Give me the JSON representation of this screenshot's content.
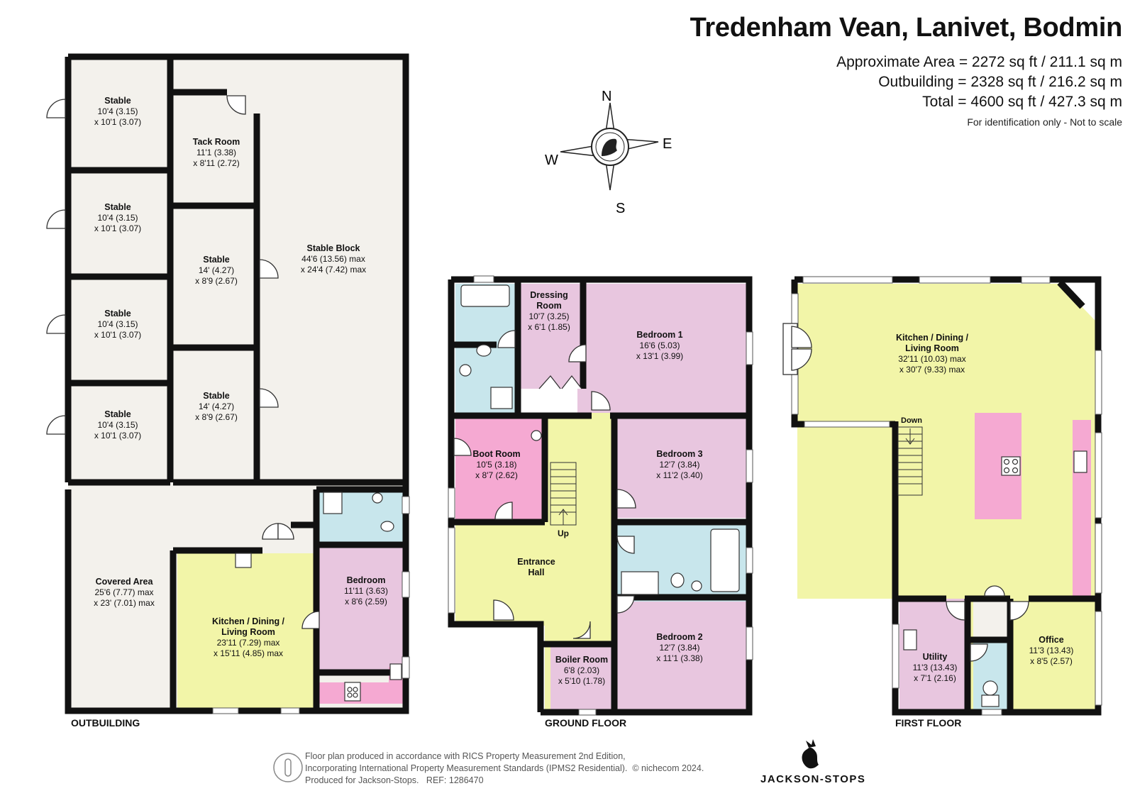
{
  "header": {
    "title": "Tredenham Vean, Lanivet, Bodmin",
    "area": "Approximate Area = 2272 sq ft / 211.1 sq m",
    "outbuilding": "Outbuilding = 2328 sq ft / 216.2 sq m",
    "total": "Total = 4600 sq ft / 427.3 sq m",
    "note": "For identification only - Not to scale"
  },
  "compass": {
    "n": "N",
    "e": "E",
    "s": "S",
    "w": "W"
  },
  "colors": {
    "wall": "#111111",
    "stable": "#f3f1ec",
    "living": "#f2f5a8",
    "bedroom": "#e8c6df",
    "bath": "#c8e6ec",
    "boot": "#f5a9d2",
    "kitchen_unit": "#f5a9d2"
  },
  "outbuilding": {
    "caption": "OUTBUILDING",
    "rooms": [
      {
        "name": "Stable",
        "dim1": "10'4 (3.15)",
        "dim2": "x 10'1 (3.07)"
      },
      {
        "name": "Stable",
        "dim1": "10'4 (3.15)",
        "dim2": "x 10'1 (3.07)"
      },
      {
        "name": "Stable",
        "dim1": "10'4 (3.15)",
        "dim2": "x 10'1 (3.07)"
      },
      {
        "name": "Stable",
        "dim1": "10'4 (3.15)",
        "dim2": "x 10'1 (3.07)"
      },
      {
        "name": "Tack Room",
        "dim1": "11'1 (3.38)",
        "dim2": "x 8'11 (2.72)"
      },
      {
        "name": "Stable",
        "dim1": "14' (4.27)",
        "dim2": "x 8'9 (2.67)"
      },
      {
        "name": "Stable",
        "dim1": "14' (4.27)",
        "dim2": "x 8'9 (2.67)"
      },
      {
        "name": "Stable Block",
        "dim1": "44'6 (13.56) max",
        "dim2": "x 24'4 (7.42) max"
      },
      {
        "name": "Covered Area",
        "dim1": "25'6 (7.77) max",
        "dim2": "x 23' (7.01) max"
      },
      {
        "name": "Bedroom",
        "dim1": "11'11 (3.63)",
        "dim2": "x 8'6 (2.59)"
      },
      {
        "name": "Kitchen / Dining /",
        "name2": "Living Room",
        "dim1": "23'11 (7.29) max",
        "dim2": "x 15'11 (4.85) max"
      }
    ]
  },
  "ground": {
    "caption": "GROUND FLOOR",
    "rooms": [
      {
        "name": "Dressing",
        "name2": "Room",
        "dim1": "10'7 (3.25)",
        "dim2": "x 6'1 (1.85)"
      },
      {
        "name": "Bedroom 1",
        "dim1": "16'6 (5.03)",
        "dim2": "x 13'1 (3.99)"
      },
      {
        "name": "Boot Room",
        "dim1": "10'5 (3.18)",
        "dim2": "x 8'7 (2.62)"
      },
      {
        "name": "Bedroom 3",
        "dim1": "12'7 (3.84)",
        "dim2": "x 11'2 (3.40)"
      },
      {
        "name": "Entrance",
        "name2": "Hall"
      },
      {
        "name": "Bedroom 2",
        "dim1": "12'7 (3.84)",
        "dim2": "x 11'1 (3.38)"
      },
      {
        "name": "Boiler Room",
        "dim1": "6'8 (2.03)",
        "dim2": "x 5'10 (1.78)"
      }
    ],
    "stairs_label": "Up"
  },
  "first": {
    "caption": "FIRST FLOOR",
    "rooms": [
      {
        "name": "Kitchen / Dining /",
        "name2": "Living Room",
        "dim1": "32'11 (10.03) max",
        "dim2": "x 30'7 (9.33) max"
      },
      {
        "name": "Utility",
        "dim1": "11'3 (13.43)",
        "dim2": "x 7'1 (2.16)"
      },
      {
        "name": "Office",
        "dim1": "11'3 (13.43)",
        "dim2": "x 8'5 (2.57)"
      }
    ],
    "stairs_label": "Down"
  },
  "footer": {
    "line1": "Floor plan produced in accordance with RICS Property Measurement 2nd Edition,",
    "line2": "Incorporating International Property Measurement Standards (IPMS2 Residential).",
    "copyright": "© nichecom 2024.",
    "line3": "Produced for Jackson-Stops.",
    "ref": "REF:  1286470",
    "brand": "JACKSON-STOPS"
  }
}
